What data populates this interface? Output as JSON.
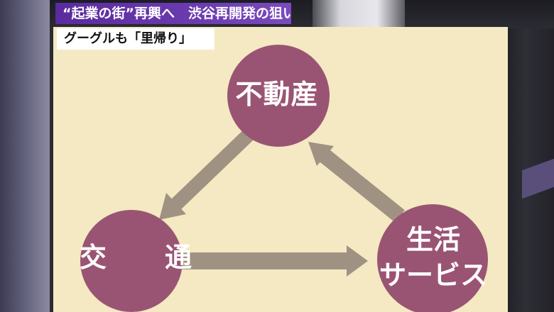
{
  "caption": {
    "headline": "“起業の街”再興へ　渋谷再開発の狙い",
    "subheadline": "グーグルも「里帰り」"
  },
  "diagram": {
    "nodes": {
      "top": "不動産",
      "left": "交　通",
      "right_line1": "生活",
      "right_line2": "サービス"
    }
  },
  "colors": {
    "node_fill": "#9a5473",
    "arrow": "#a09282",
    "board": "#f4e9c2",
    "title_strip": "#6b3bb0"
  }
}
